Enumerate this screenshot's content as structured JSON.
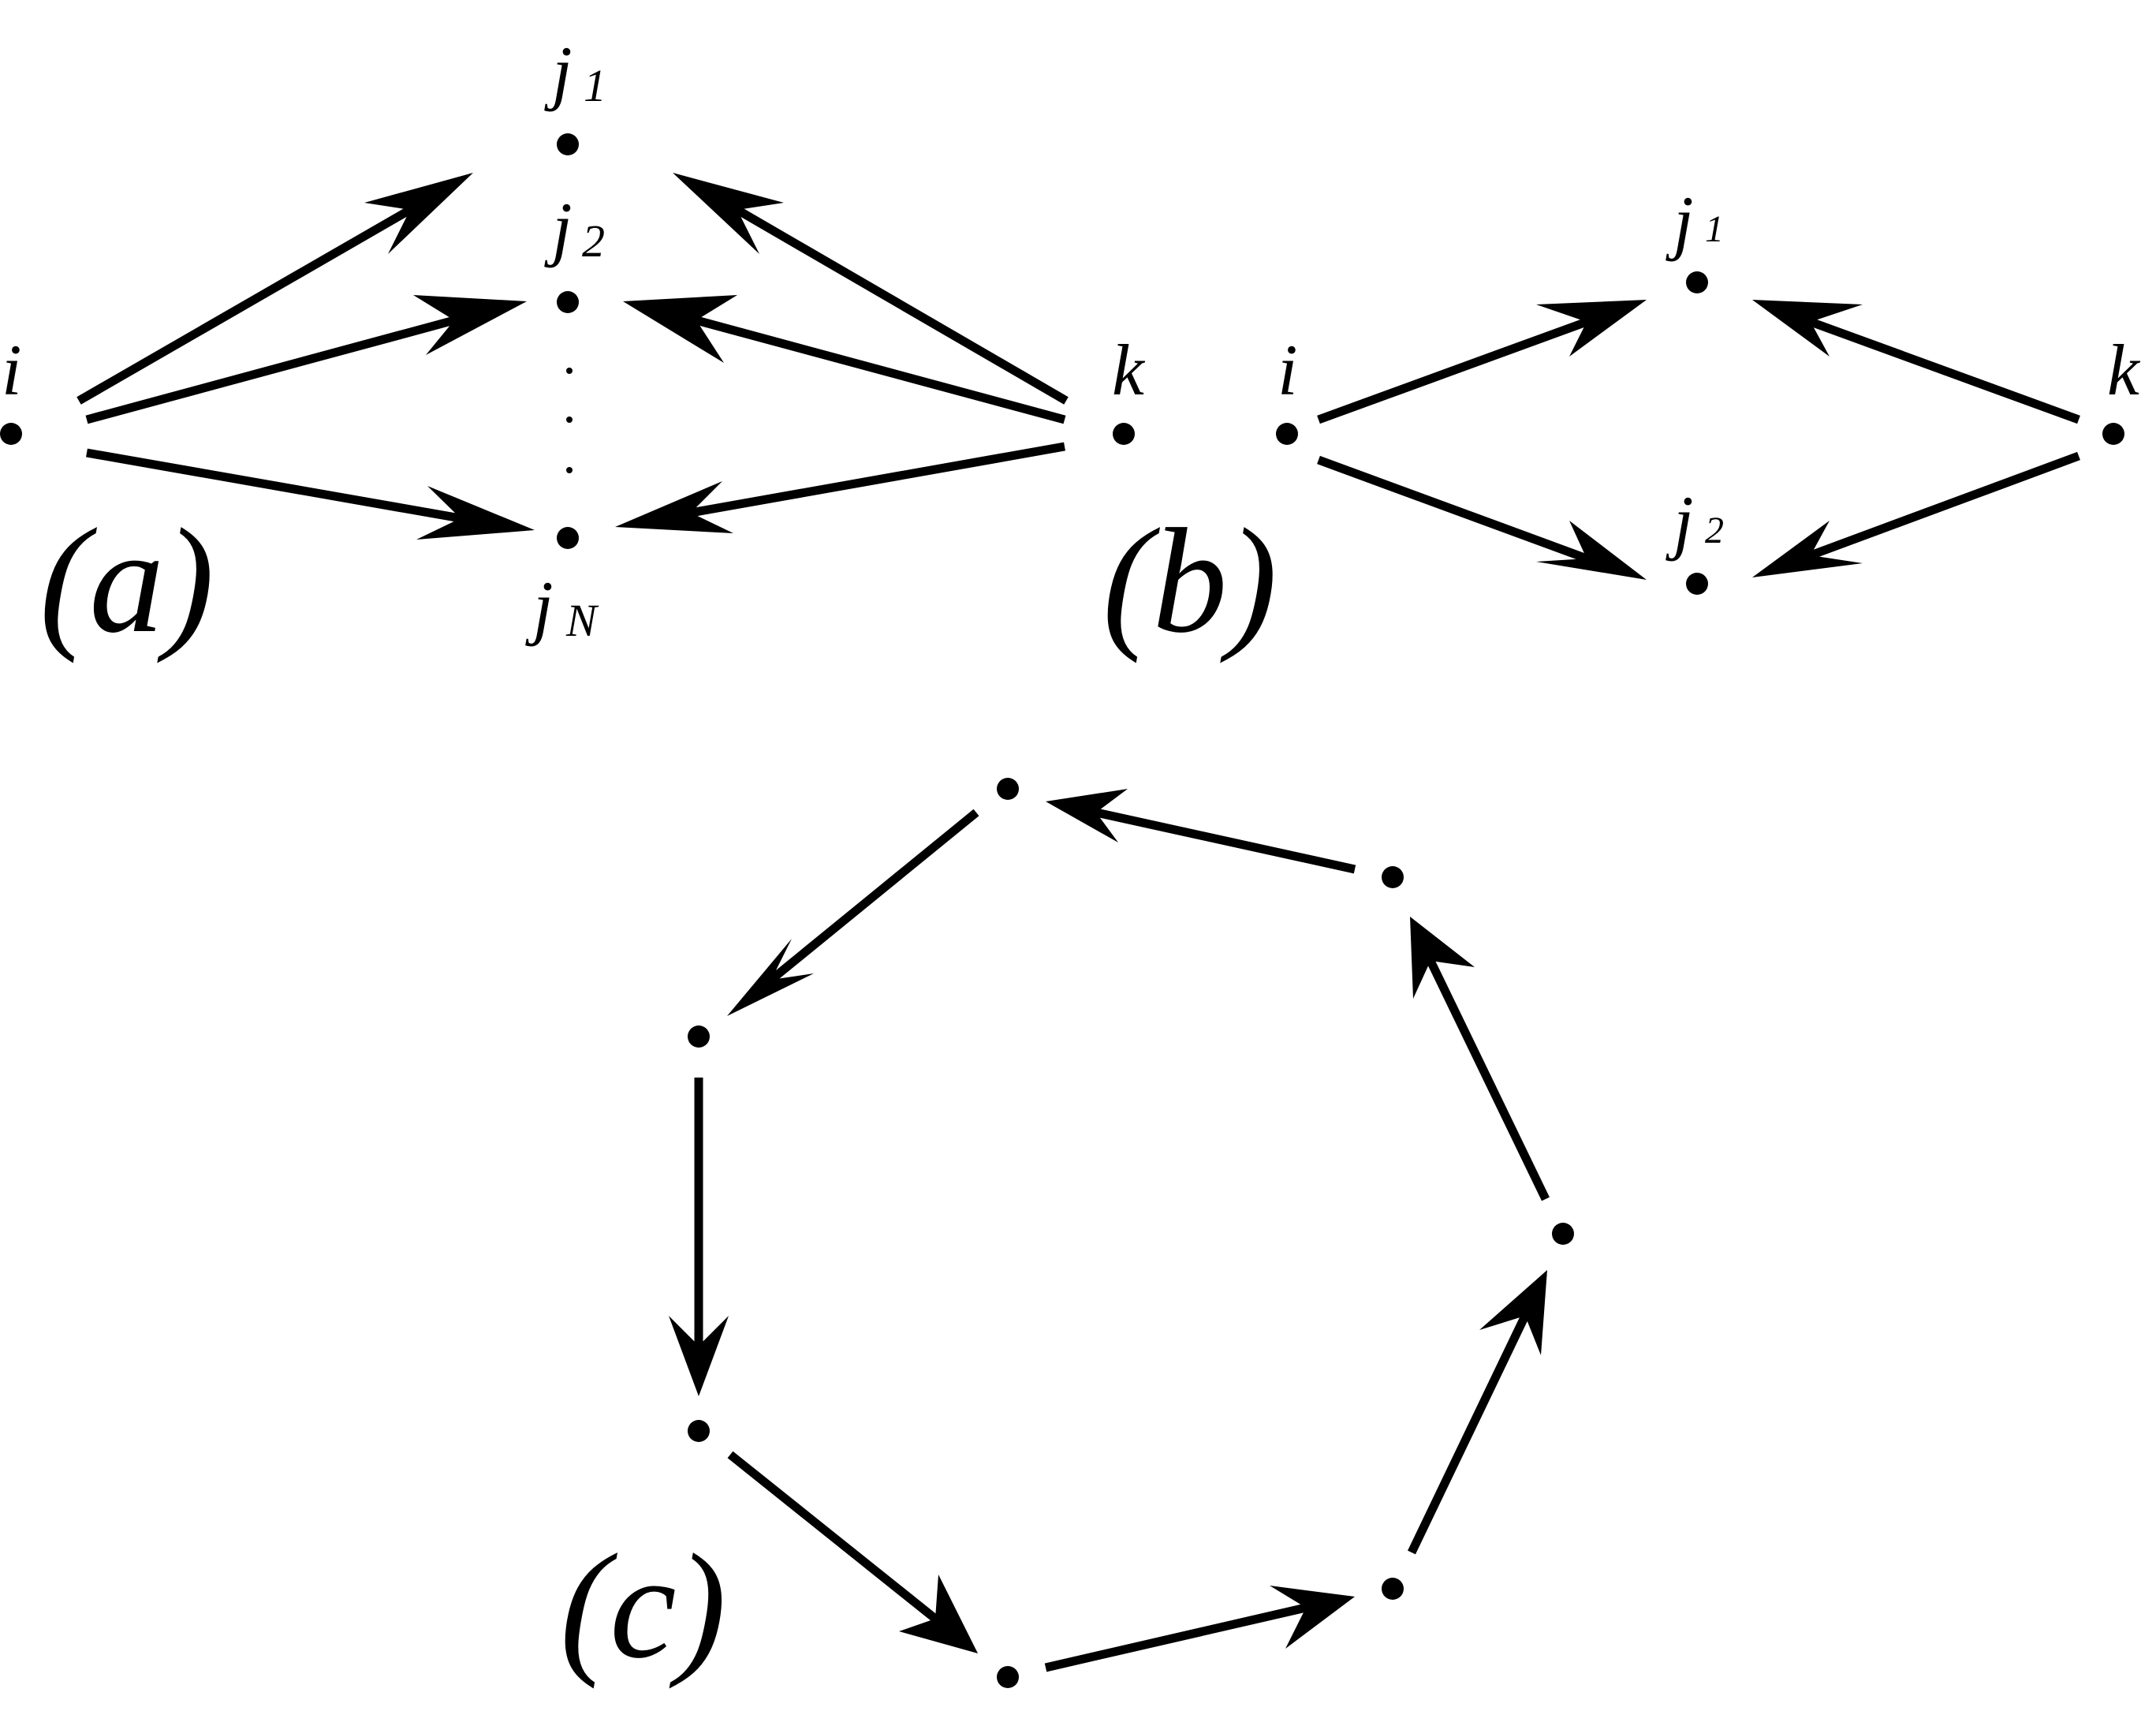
{
  "panels": {
    "a": {
      "label": "(a)",
      "node_labels": {
        "i": "i",
        "j1": "j",
        "j1_sub": "1",
        "j2": "j",
        "j2_sub": "2",
        "jN": "j",
        "jN_sub": "N",
        "k": "k"
      }
    },
    "b": {
      "label": "(b)",
      "node_labels": {
        "i": "i",
        "j1": "j",
        "j1_sub": "1",
        "j2": "j",
        "j2_sub": "2",
        "k": "k"
      }
    },
    "c": {
      "label": "(c)",
      "node_count": 7
    }
  },
  "edges": {
    "a": [
      {
        "from": "i",
        "to": "j1"
      },
      {
        "from": "i",
        "to": "j2"
      },
      {
        "from": "i",
        "to": "jN"
      },
      {
        "from": "k",
        "to": "j1"
      },
      {
        "from": "k",
        "to": "j2"
      },
      {
        "from": "k",
        "to": "jN"
      }
    ],
    "b": [
      {
        "from": "i",
        "to": "j1"
      },
      {
        "from": "i",
        "to": "j2"
      },
      {
        "from": "k",
        "to": "j1"
      },
      {
        "from": "k",
        "to": "j2"
      }
    ],
    "c": [
      {
        "from": "n1",
        "to": "n2"
      },
      {
        "from": "n2",
        "to": "n3"
      },
      {
        "from": "n3",
        "to": "n4"
      },
      {
        "from": "n4",
        "to": "n5"
      },
      {
        "from": "n5",
        "to": "n6"
      },
      {
        "from": "n6",
        "to": "n7"
      },
      {
        "from": "n7",
        "to": "n1"
      }
    ]
  }
}
